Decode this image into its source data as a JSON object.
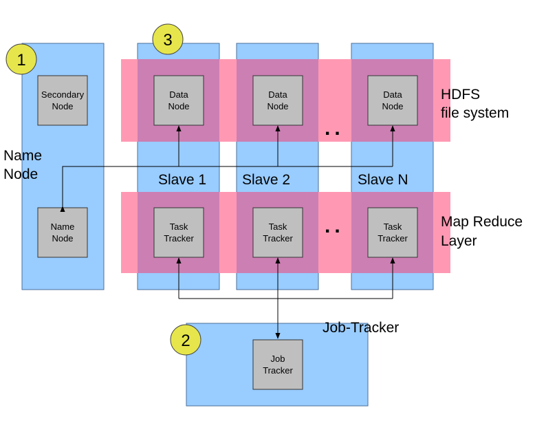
{
  "colors": {
    "blue": "#99CCFF",
    "pink": "#FF99B3",
    "overlap": "#CC7FB3",
    "gray": "#BFBFBF",
    "badge": "#E6E64C",
    "line": "#000000"
  },
  "badges": {
    "name_node": "1",
    "job_tracker": "2",
    "slaves": "3"
  },
  "name_node": {
    "label_line1": "Name",
    "label_line2": "Node",
    "secondary_line1": "Secondary",
    "secondary_line2": "Node",
    "box_line1": "Name",
    "box_line2": "Node"
  },
  "slaves": [
    {
      "label": "Slave 1",
      "data_line1": "Data",
      "data_line2": "Node",
      "task_line1": "Task",
      "task_line2": "Tracker"
    },
    {
      "label": "Slave 2",
      "data_line1": "Data",
      "data_line2": "Node",
      "task_line1": "Task",
      "task_line2": "Tracker"
    },
    {
      "label": "Slave N",
      "data_line1": "Data",
      "data_line2": "Node",
      "task_line1": "Task",
      "task_line2": "Tracker"
    }
  ],
  "ellipsis": "..",
  "hdfs": {
    "line1": "HDFS",
    "line2": "file system"
  },
  "mapreduce": {
    "line1": "Map Reduce",
    "line2": "Layer"
  },
  "job_tracker": {
    "title": "Job-Tracker",
    "box_line1": "Job",
    "box_line2": "Tracker"
  }
}
